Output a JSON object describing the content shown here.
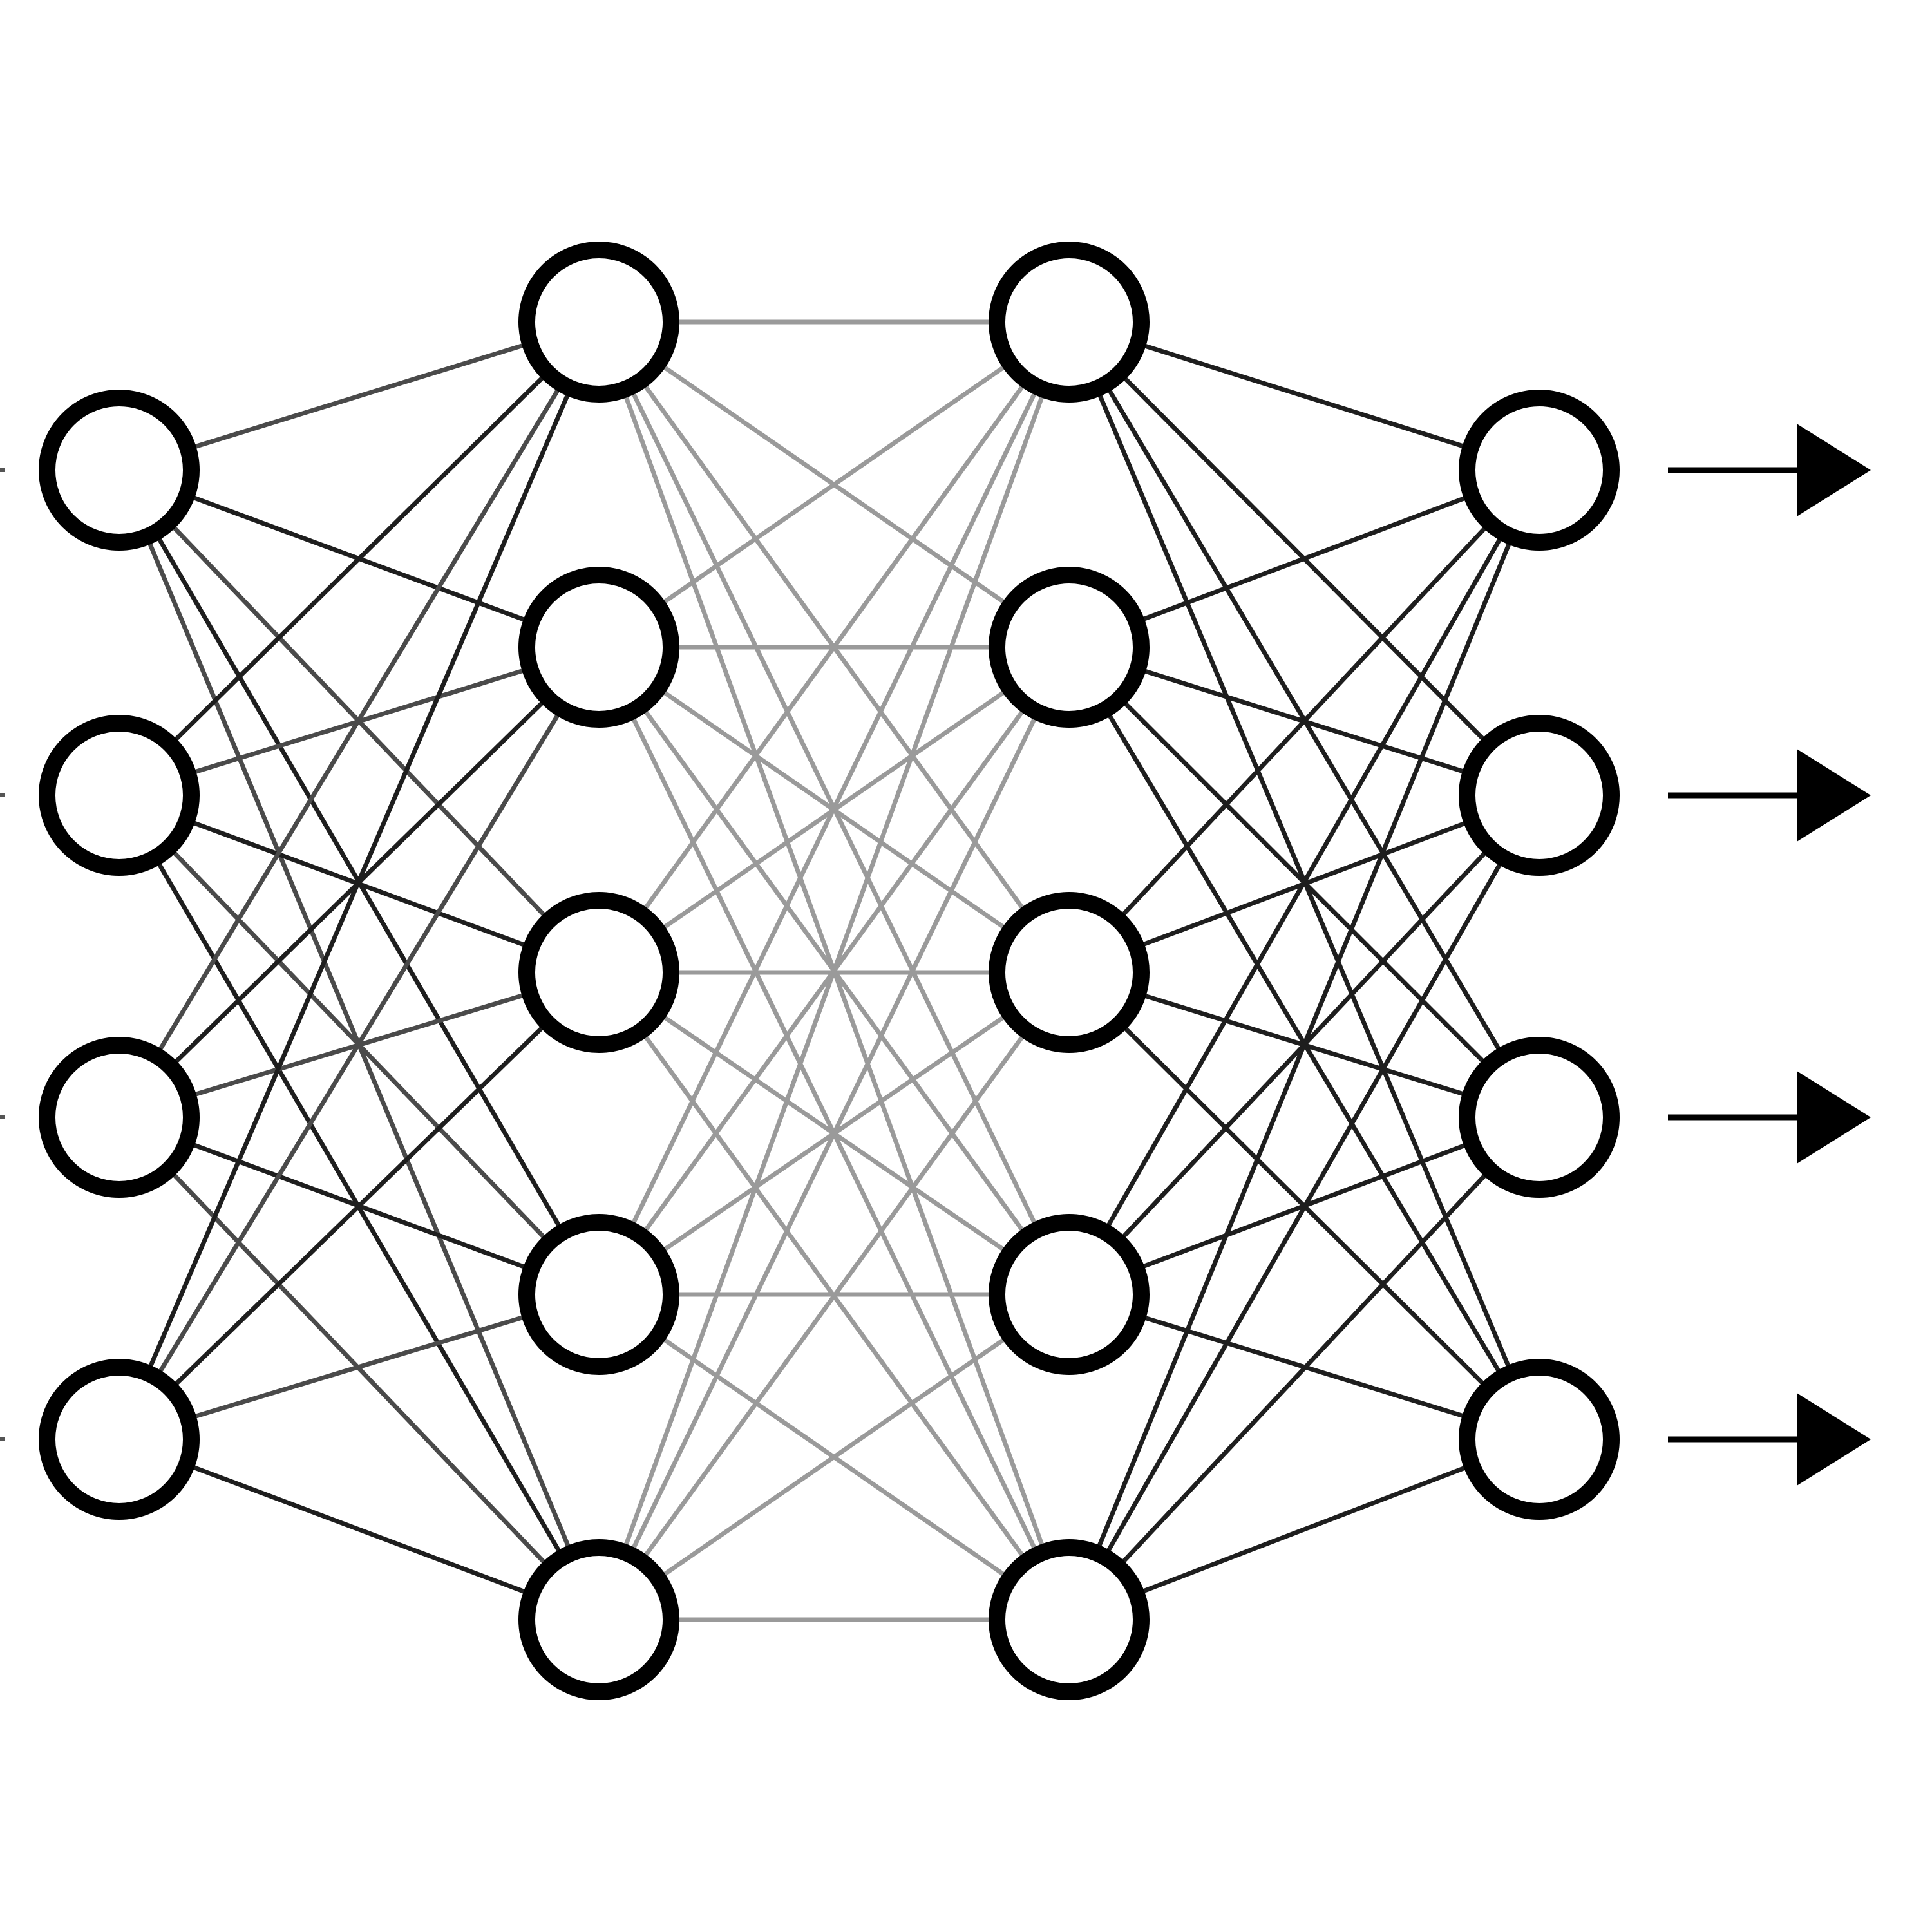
{
  "diagram": {
    "type": "feed-forward neural network",
    "layers": [
      {
        "role": "input",
        "nodes": 4
      },
      {
        "role": "hidden",
        "nodes": 5
      },
      {
        "role": "hidden",
        "nodes": 5
      },
      {
        "role": "output",
        "nodes": 4
      }
    ],
    "connectivity": "fully-connected",
    "edge_shades": [
      "#9a9a9a",
      "#4a4a4a",
      "#1e1e1e"
    ],
    "node_stroke_color": "#000000",
    "node_fill_color": "#ffffff",
    "output_arrow_count": 4,
    "output_arrow_icon": "right-arrow-icon"
  }
}
